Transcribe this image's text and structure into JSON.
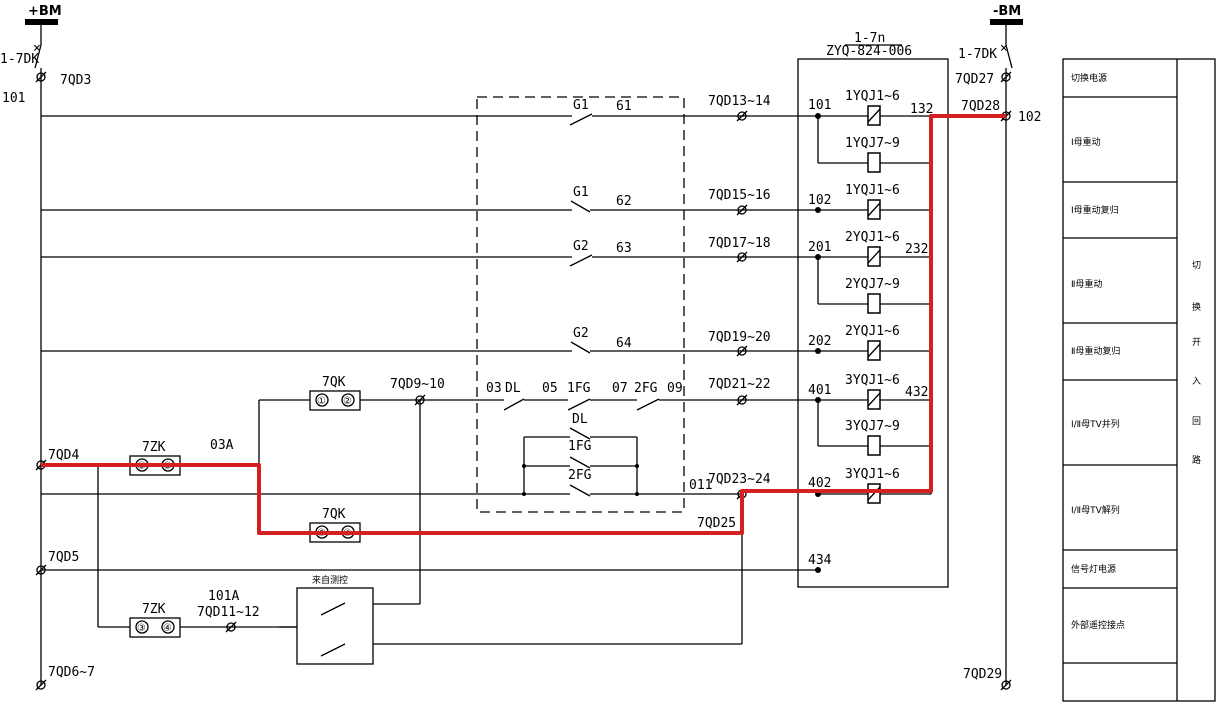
{
  "bus": {
    "pos_label": "+BM",
    "neg_label": "-BM",
    "left_switch": "1-7DK",
    "right_switch": "1-7DK"
  },
  "terminals": {
    "qd3": "7QD3",
    "n101": "101",
    "qd4": "7QD4",
    "qd5": "7QD5",
    "qd6_7": "7QD6~7",
    "qd27": "7QD27",
    "qd28": "7QD28",
    "n102_right": "102",
    "qd29": "7QD29",
    "qd13_14": "7QD13~14",
    "qd15_16": "7QD15~16",
    "qd17_18": "7QD17~18",
    "qd19_20": "7QD19~20",
    "qd21_22": "7QD21~22",
    "qd23_24": "7QD23~24",
    "qd25": "7QD25",
    "qd9_10": "7QD9~10",
    "qd11_12": "7QD11~12"
  },
  "contacts": {
    "g1_a": "G1",
    "n61": "61",
    "g1_b": "G1",
    "n62": "62",
    "g2_a": "G2",
    "n63": "63",
    "g2_b": "G2",
    "n64": "64",
    "n03": "03",
    "dl": "DL",
    "n05": "05",
    "fg1": "1FG",
    "n07": "07",
    "fg2": "2FG",
    "n09": "09",
    "dl2": "DL",
    "fg1b": "1FG",
    "fg2b": "2FG",
    "n011": "011"
  },
  "components": {
    "qk_top": "7QK",
    "qk_top_1": "①",
    "qk_top_2": "②",
    "zk_top": "7ZK",
    "zk_top_1": "①",
    "zk_top_2": "②",
    "n03a": "03A",
    "qk_bot": "7QK",
    "qk_bot_1": "③",
    "qk_bot_2": "④",
    "zk_bot": "7ZK",
    "zk_bot_1": "③",
    "zk_bot_2": "④",
    "n101a": "101A",
    "remote": "来自测控"
  },
  "device": {
    "title": "1-7n",
    "model": "ZYQ-824-006",
    "pin101": "101",
    "pin102": "102",
    "pin201": "201",
    "pin202": "202",
    "pin401": "401",
    "pin402": "402",
    "pin434": "434",
    "pin132": "132",
    "pin232": "232",
    "pin432": "432",
    "r1": "1YQJ1~6",
    "r2": "1YQJ7~9",
    "r3": "1YQJ1~6",
    "r4": "2YQJ1~6",
    "r5": "2YQJ7~9",
    "r6": "2YQJ1~6",
    "r7": "3YQJ1~6",
    "r8": "3YQJ7~9",
    "r9": "3YQJ1~6"
  },
  "legend": {
    "rows": [
      "切换电源",
      "Ⅰ母重动",
      "Ⅰ母重动复归",
      "Ⅱ母重动",
      "Ⅱ母重动复归",
      "Ⅰ/Ⅱ母TV并列",
      "Ⅰ/Ⅱ母TV解列",
      "信号灯电源",
      "外部遥控接点",
      ""
    ],
    "side_title": [
      "切",
      "换",
      "开",
      "入",
      "回",
      "路"
    ]
  },
  "colors": {
    "highlight": "#d42020",
    "line": "#000000"
  }
}
